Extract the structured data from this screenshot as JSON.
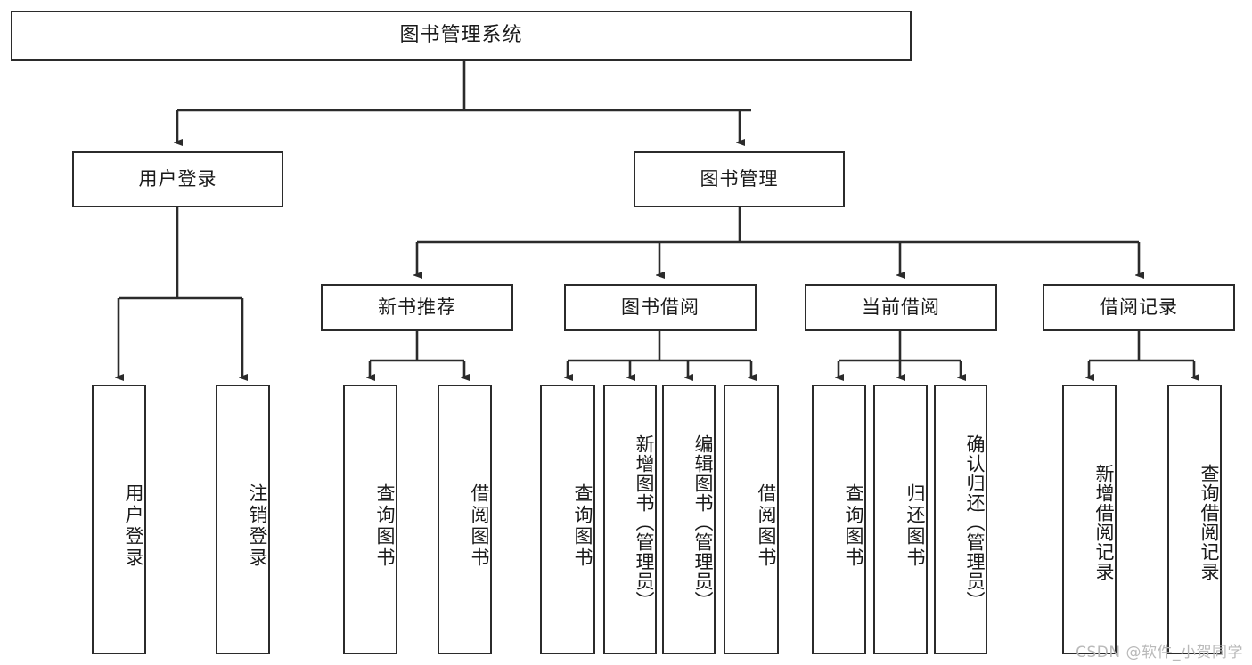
{
  "diagram": {
    "title": "图书管理系统",
    "type": "tree",
    "watermark": "CSDN @软件_小贺同学",
    "colors": {
      "stroke": "#2b2b2b",
      "box_fill": "#ffffff",
      "text": "#1a1a1a",
      "watermark": "#b9b9b9",
      "background": "#ffffff"
    },
    "nodes": {
      "root": {
        "label": "图书管理系统"
      },
      "level1": [
        {
          "id": "user-login",
          "label": "用户登录"
        },
        {
          "id": "book-manage",
          "label": "图书管理"
        }
      ],
      "level2": [
        {
          "id": "new-book-recommend",
          "label": "新书推荐",
          "parent": "book-manage"
        },
        {
          "id": "book-borrow",
          "label": "图书借阅",
          "parent": "book-manage"
        },
        {
          "id": "current-borrow",
          "label": "当前借阅",
          "parent": "book-manage"
        },
        {
          "id": "borrow-record",
          "label": "借阅记录",
          "parent": "book-manage"
        }
      ],
      "leaves": {
        "user-login": [
          {
            "id": "leaf-user-login",
            "label": "用户登录"
          },
          {
            "id": "leaf-logout",
            "label": "注销登录"
          }
        ],
        "new-book-recommend": [
          {
            "id": "leaf-query-book-1",
            "label": "查询图书"
          },
          {
            "id": "leaf-borrow-book-1",
            "label": "借阅图书"
          }
        ],
        "book-borrow": [
          {
            "id": "leaf-query-book-2",
            "label": "查询图书"
          },
          {
            "id": "leaf-add-book",
            "label": "新增图书（管理员）"
          },
          {
            "id": "leaf-edit-book",
            "label": "编辑图书（管理员）"
          },
          {
            "id": "leaf-borrow-book-2",
            "label": "借阅图书"
          }
        ],
        "current-borrow": [
          {
            "id": "leaf-query-book-3",
            "label": "查询图书"
          },
          {
            "id": "leaf-return-book",
            "label": "归还图书"
          },
          {
            "id": "leaf-confirm-return",
            "label": "确认归还（管理员）"
          }
        ],
        "borrow-record": [
          {
            "id": "leaf-add-record",
            "label": "新增借阅记录"
          },
          {
            "id": "leaf-query-record",
            "label": "查询借阅记录"
          }
        ]
      }
    }
  }
}
